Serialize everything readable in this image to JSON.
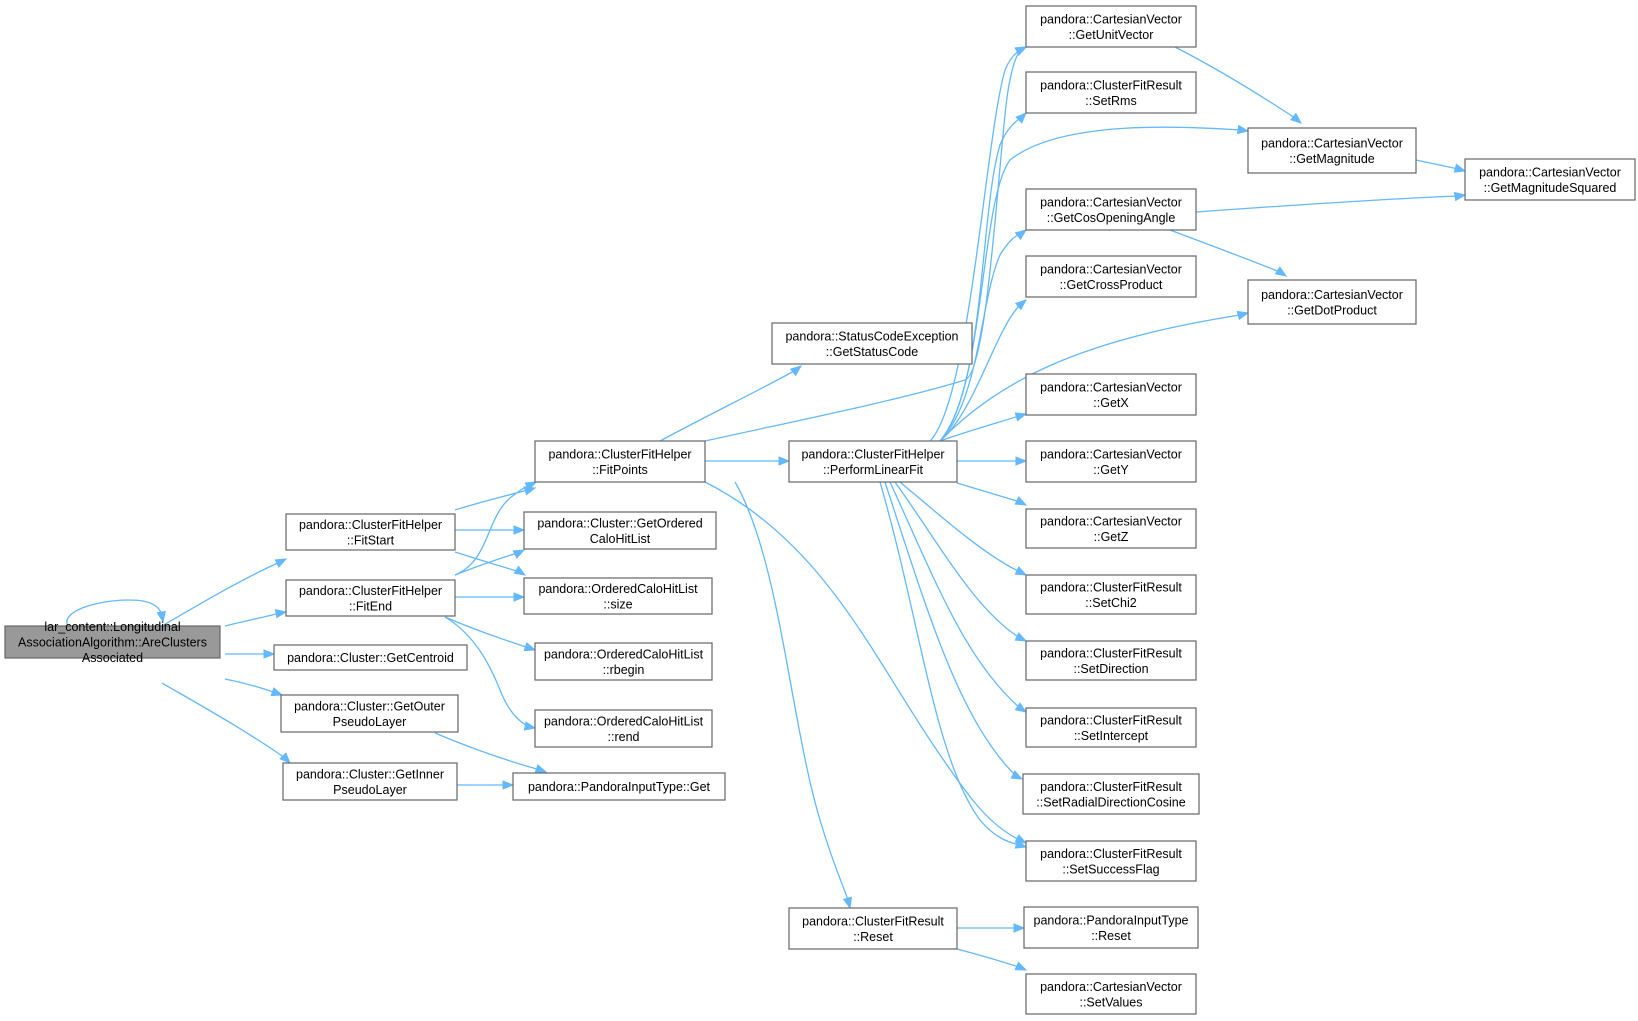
{
  "graph": {
    "nodes": [
      {
        "id": "root",
        "lines": [
          "lar_content::Longitudinal",
          "AssociationAlgorithm::AreClusters",
          "Associated"
        ],
        "root": true
      },
      {
        "id": "fitstart",
        "lines": [
          "pandora::ClusterFitHelper",
          "::FitStart"
        ]
      },
      {
        "id": "fitend",
        "lines": [
          "pandora::ClusterFitHelper",
          "::FitEnd"
        ]
      },
      {
        "id": "getcentroid",
        "lines": [
          "pandora::Cluster::GetCentroid"
        ]
      },
      {
        "id": "getouter",
        "lines": [
          "pandora::Cluster::GetOuter",
          "PseudoLayer"
        ]
      },
      {
        "id": "getinner",
        "lines": [
          "pandora::Cluster::GetInner",
          "PseudoLayer"
        ]
      },
      {
        "id": "fitpoints",
        "lines": [
          "pandora::ClusterFitHelper",
          "::FitPoints"
        ]
      },
      {
        "id": "getordered",
        "lines": [
          "pandora::Cluster::GetOrdered",
          "CaloHitList"
        ]
      },
      {
        "id": "size",
        "lines": [
          "pandora::OrderedCaloHitList",
          "::size"
        ]
      },
      {
        "id": "rbegin",
        "lines": [
          "pandora::OrderedCaloHitList",
          "::rbegin"
        ]
      },
      {
        "id": "rend",
        "lines": [
          "pandora::OrderedCaloHitList",
          "::rend"
        ]
      },
      {
        "id": "pitget",
        "lines": [
          "pandora::PandoraInputType::Get"
        ]
      },
      {
        "id": "getstatus",
        "lines": [
          "pandora::StatusCodeException",
          "::GetStatusCode"
        ]
      },
      {
        "id": "performlinear",
        "lines": [
          "pandora::ClusterFitHelper",
          "::PerformLinearFit"
        ]
      },
      {
        "id": "cfrreset",
        "lines": [
          "pandora::ClusterFitResult",
          "::Reset"
        ]
      },
      {
        "id": "getunit",
        "lines": [
          "pandora::CartesianVector",
          "::GetUnitVector"
        ]
      },
      {
        "id": "setrms",
        "lines": [
          "pandora::ClusterFitResult",
          "::SetRms"
        ]
      },
      {
        "id": "getcos",
        "lines": [
          "pandora::CartesianVector",
          "::GetCosOpeningAngle"
        ]
      },
      {
        "id": "getcross",
        "lines": [
          "pandora::CartesianVector",
          "::GetCrossProduct"
        ]
      },
      {
        "id": "getx",
        "lines": [
          "pandora::CartesianVector",
          "::GetX"
        ]
      },
      {
        "id": "gety",
        "lines": [
          "pandora::CartesianVector",
          "::GetY"
        ]
      },
      {
        "id": "getz",
        "lines": [
          "pandora::CartesianVector",
          "::GetZ"
        ]
      },
      {
        "id": "setchi2",
        "lines": [
          "pandora::ClusterFitResult",
          "::SetChi2"
        ]
      },
      {
        "id": "setdir",
        "lines": [
          "pandora::ClusterFitResult",
          "::SetDirection"
        ]
      },
      {
        "id": "setint",
        "lines": [
          "pandora::ClusterFitResult",
          "::SetIntercept"
        ]
      },
      {
        "id": "setradial",
        "lines": [
          "pandora::ClusterFitResult",
          "::SetRadialDirectionCosine"
        ]
      },
      {
        "id": "setsuccess",
        "lines": [
          "pandora::ClusterFitResult",
          "::SetSuccessFlag"
        ]
      },
      {
        "id": "pitreset",
        "lines": [
          "pandora::PandoraInputType",
          "::Reset"
        ]
      },
      {
        "id": "setvalues",
        "lines": [
          "pandora::CartesianVector",
          "::SetValues"
        ]
      },
      {
        "id": "getmag",
        "lines": [
          "pandora::CartesianVector",
          "::GetMagnitude"
        ]
      },
      {
        "id": "getdot",
        "lines": [
          "pandora::CartesianVector",
          "::GetDotProduct"
        ]
      },
      {
        "id": "getmagsq",
        "lines": [
          "pandora::CartesianVector",
          "::GetMagnitudeSquared"
        ]
      }
    ],
    "edges": [
      [
        "root",
        "root"
      ],
      [
        "root",
        "fitstart"
      ],
      [
        "root",
        "fitend"
      ],
      [
        "root",
        "getcentroid"
      ],
      [
        "root",
        "getouter"
      ],
      [
        "root",
        "getinner"
      ],
      [
        "fitstart",
        "fitpoints"
      ],
      [
        "fitstart",
        "getordered"
      ],
      [
        "fitstart",
        "size"
      ],
      [
        "fitend",
        "fitpoints"
      ],
      [
        "fitend",
        "getordered"
      ],
      [
        "fitend",
        "size"
      ],
      [
        "fitend",
        "rbegin"
      ],
      [
        "fitend",
        "rend"
      ],
      [
        "getouter",
        "pitget"
      ],
      [
        "getinner",
        "pitget"
      ],
      [
        "fitpoints",
        "getstatus"
      ],
      [
        "fitpoints",
        "getunit"
      ],
      [
        "fitpoints",
        "performlinear"
      ],
      [
        "fitpoints",
        "cfrreset"
      ],
      [
        "fitpoints",
        "setsuccess"
      ],
      [
        "performlinear",
        "getunit"
      ],
      [
        "performlinear",
        "setrms"
      ],
      [
        "performlinear",
        "getmag"
      ],
      [
        "performlinear",
        "getcos"
      ],
      [
        "performlinear",
        "getcross"
      ],
      [
        "performlinear",
        "getdot"
      ],
      [
        "performlinear",
        "getx"
      ],
      [
        "performlinear",
        "gety"
      ],
      [
        "performlinear",
        "getz"
      ],
      [
        "performlinear",
        "setchi2"
      ],
      [
        "performlinear",
        "setdir"
      ],
      [
        "performlinear",
        "setint"
      ],
      [
        "performlinear",
        "setradial"
      ],
      [
        "performlinear",
        "setsuccess"
      ],
      [
        "cfrreset",
        "pitreset"
      ],
      [
        "cfrreset",
        "setvalues"
      ],
      [
        "getunit",
        "getmag"
      ],
      [
        "getcos",
        "getmagsq"
      ],
      [
        "getcos",
        "getdot"
      ],
      [
        "getmag",
        "getmagsq"
      ]
    ]
  }
}
